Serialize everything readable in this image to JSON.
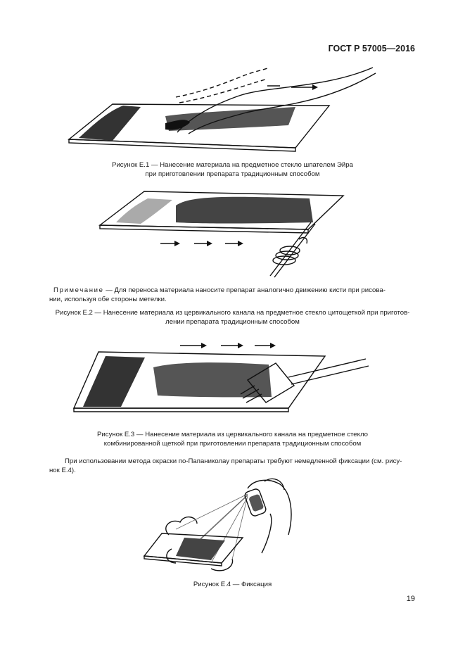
{
  "header": {
    "standard": "ГОСТ Р 57005—2016"
  },
  "figures": [
    {
      "caption_line1": "Рисунок Е.1 — Нанесение материала на предметное стекло шпателем Эйра",
      "caption_line2": "при приготовлении препарата традиционным способом"
    },
    {
      "caption_line1": "Рисунок Е.2 — Нанесение материала из цервикального канала на предметное стекло цитощеткой при приготов-",
      "caption_line2": "лении препарата традиционным способом"
    },
    {
      "caption_line1": "Рисунок Е.3 — Нанесение материала из цервикального канала на предметное стекло",
      "caption_line2": "комбинированной щеткой при приготовлении препарата традиционным способом"
    },
    {
      "caption_line1": "Рисунок Е.4 — Фиксация"
    }
  ],
  "note": {
    "label": "Примечание",
    "text_line1": " — Для переноса материала наносите препарат аналогично движению кисти при рисова-",
    "text_line2": "нии, используя обе стороны метелки."
  },
  "paragraph": {
    "line1": "При использовании метода окраски по-Папаниколау препараты требуют немедленной фиксации (см. рису-",
    "line2": "нок Е.4)."
  },
  "page_number": "19"
}
